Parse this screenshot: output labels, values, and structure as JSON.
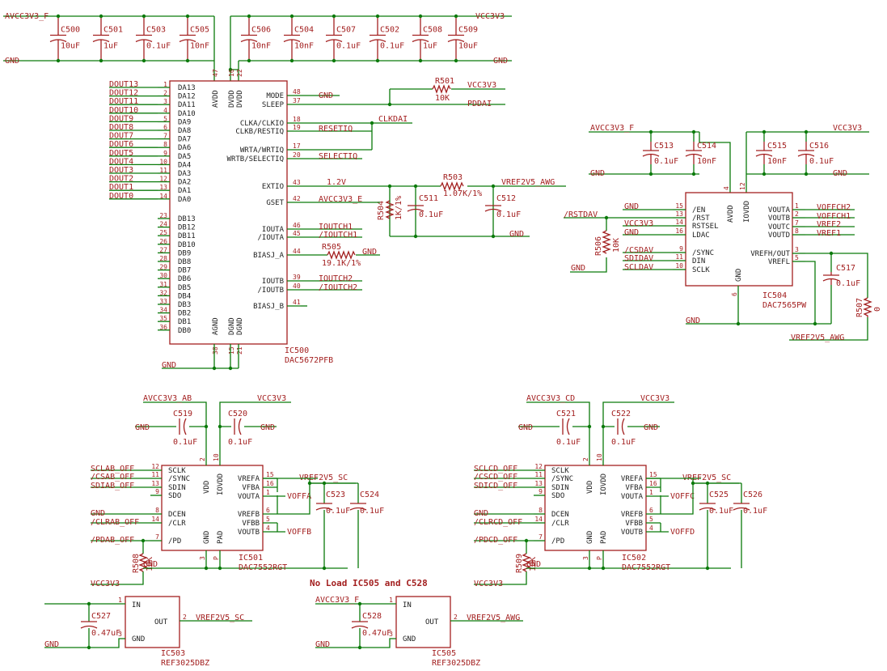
{
  "nets": {
    "avcc3v3_e": "AVCC3V3_E",
    "avcc3v3_f": "AVCC3V3_F",
    "avcc3v3_ab": "AVCC3V3_AB",
    "avcc3v3_cd": "AVCC3V3_CD",
    "vcc3v3": "VCC3V3",
    "gnd": "GND",
    "pddai": "PDDAI",
    "clkdai": "CLKDAI",
    "resetiq": "RESETIQ",
    "selectiq": "SELECTIQ",
    "v12": "1.2V",
    "vref2v5_awg": "VREF2V5_AWG",
    "vref2v5_sc": "VREF2V5_SC",
    "ioutch1": "IOUTCH1",
    "ioutch1n": "/IOUTCH1",
    "ioutch2": "IOUTCH2",
    "ioutch2n": "/IOUTCH2",
    "rstdav": "/RSTDAV",
    "csdav": "/CSDAV",
    "sdidav": "SDIDAV",
    "scldav": "SCLDAV",
    "voffch2": "VOFFCH2",
    "voffch1": "VOFFCH1",
    "vref2": "VREF2",
    "vref1": "VREF1",
    "voffa": "VOFFA",
    "voffb": "VOFFB",
    "voffc": "VOFFC",
    "voffd": "VOFFD",
    "sclab_off": "SCLAB_OFF",
    "csab_off": "/CSAB_OFF",
    "sdiab_off": "SDIAB_OFF",
    "clrab_off": "/CLRAB_OFF",
    "pdab_off": "/PDAB_OFF",
    "sclcd_off": "SCLCD_OFF",
    "cscd_off": "/CSCD_OFF",
    "sdicd_off": "SDICD_OFF",
    "clrcd_off": "/CLRCD_OFF",
    "pdcd_off": "/PDCD_OFF",
    "dout": [
      "DOUT13",
      "DOUT12",
      "DOUT11",
      "DOUT10",
      "DOUT9",
      "DOUT8",
      "DOUT7",
      "DOUT6",
      "DOUT5",
      "DOUT4",
      "DOUT3",
      "DOUT2",
      "DOUT1",
      "DOUT0"
    ]
  },
  "caps_top_left": [
    {
      "ref": "C500",
      "val": "10uF"
    },
    {
      "ref": "C501",
      "val": "1uF"
    },
    {
      "ref": "C503",
      "val": "0.1uF"
    },
    {
      "ref": "C505",
      "val": "10nF"
    }
  ],
  "caps_top_right": [
    {
      "ref": "C506",
      "val": "10nF"
    },
    {
      "ref": "C504",
      "val": "10nF"
    },
    {
      "ref": "C507",
      "val": "0.1uF"
    },
    {
      "ref": "C502",
      "val": "0.1uF"
    },
    {
      "ref": "C508",
      "val": "1uF"
    },
    {
      "ref": "C509",
      "val": "10uF"
    }
  ],
  "ic500": {
    "ref": "IC500",
    "part": "DAC5672PFB",
    "left_pins_a": [
      {
        "num": "1",
        "name": "DA13"
      },
      {
        "num": "2",
        "name": "DA12"
      },
      {
        "num": "3",
        "name": "DA11"
      },
      {
        "num": "4",
        "name": "DA10"
      },
      {
        "num": "5",
        "name": "DA9"
      },
      {
        "num": "6",
        "name": "DA8"
      },
      {
        "num": "7",
        "name": "DA7"
      },
      {
        "num": "8",
        "name": "DA6"
      },
      {
        "num": "9",
        "name": "DA5"
      },
      {
        "num": "10",
        "name": "DA4"
      },
      {
        "num": "11",
        "name": "DA3"
      },
      {
        "num": "12",
        "name": "DA2"
      },
      {
        "num": "13",
        "name": "DA1"
      },
      {
        "num": "14",
        "name": "DA0"
      }
    ],
    "left_pins_b": [
      {
        "num": "23",
        "name": "DB13"
      },
      {
        "num": "24",
        "name": "DB12"
      },
      {
        "num": "25",
        "name": "DB11"
      },
      {
        "num": "26",
        "name": "DB10"
      },
      {
        "num": "27",
        "name": "DB9"
      },
      {
        "num": "28",
        "name": "DB8"
      },
      {
        "num": "29",
        "name": "DB7"
      },
      {
        "num": "30",
        "name": "DB6"
      },
      {
        "num": "31",
        "name": "DB5"
      },
      {
        "num": "32",
        "name": "DB4"
      },
      {
        "num": "33",
        "name": "DB3"
      },
      {
        "num": "34",
        "name": "DB2"
      },
      {
        "num": "35",
        "name": "DB1"
      },
      {
        "num": "36",
        "name": "DB0"
      }
    ],
    "right_pins": [
      {
        "num": "48",
        "name": "MODE"
      },
      {
        "num": "37",
        "name": "SLEEP"
      },
      {
        "num": "18",
        "name": "CLKA/CLKIO"
      },
      {
        "num": "19",
        "name": "CLKB/RESTIQ"
      },
      {
        "num": "17",
        "name": "WRTA/WRTIQ"
      },
      {
        "num": "20",
        "name": "WRTB/SELECTIQ"
      },
      {
        "num": "43",
        "name": "EXTIO"
      },
      {
        "num": "42",
        "name": "GSET"
      },
      {
        "num": "46",
        "name": "IOUTA"
      },
      {
        "num": "45",
        "name": "/IOUTA"
      },
      {
        "num": "44",
        "name": "BIASJ_A"
      },
      {
        "num": "39",
        "name": "IOUTB"
      },
      {
        "num": "40",
        "name": "/IOUTB"
      },
      {
        "num": "41",
        "name": "BIASJ_B"
      }
    ],
    "top_pins": [
      {
        "num": "47",
        "name": "AVDD"
      },
      {
        "num": "16",
        "name": "DVDD"
      },
      {
        "num": "22",
        "name": "DVDD"
      }
    ],
    "bottom_pins": [
      {
        "num": "38",
        "name": "AGND"
      },
      {
        "num": "15",
        "name": "DGND"
      },
      {
        "num": "21",
        "name": "DGND"
      }
    ]
  },
  "r501": {
    "ref": "R501",
    "val": "10K"
  },
  "r503": {
    "ref": "R503",
    "val": "1.07K/1%"
  },
  "r504": {
    "ref": "R504",
    "val": "1K/1%"
  },
  "r505": {
    "ref": "R505",
    "val": "19.1K/1%"
  },
  "r506": {
    "ref": "R506",
    "val": "10K"
  },
  "r507": {
    "ref": "R507",
    "val": "0"
  },
  "r508": {
    "ref": "R508",
    "val": "10K"
  },
  "r509": {
    "ref": "R509",
    "val": "10K"
  },
  "c511": {
    "ref": "C511",
    "val": "0.1uF"
  },
  "c512": {
    "ref": "C512",
    "val": "0.1uF"
  },
  "c513": {
    "ref": "C513",
    "val": "0.1uF"
  },
  "c514": {
    "ref": "C514",
    "val": "10nF"
  },
  "c515": {
    "ref": "C515",
    "val": "10nF"
  },
  "c516": {
    "ref": "C516",
    "val": "0.1uF"
  },
  "c517": {
    "ref": "C517",
    "val": "0.1uF"
  },
  "c519": {
    "ref": "C519",
    "val": "0.1uF"
  },
  "c520": {
    "ref": "C520",
    "val": "0.1uF"
  },
  "c521": {
    "ref": "C521",
    "val": "0.1uF"
  },
  "c522": {
    "ref": "C522",
    "val": "0.1uF"
  },
  "c523": {
    "ref": "C523",
    "val": "0.1uF"
  },
  "c524": {
    "ref": "C524",
    "val": "0.1uF"
  },
  "c525": {
    "ref": "C525",
    "val": "0.1uF"
  },
  "c526": {
    "ref": "C526",
    "val": "0.1uF"
  },
  "c527": {
    "ref": "C527",
    "val": "0.47uF"
  },
  "c528": {
    "ref": "C528",
    "val": "0.47uF"
  },
  "ic504": {
    "ref": "IC504",
    "part": "DAC7565PW",
    "left_pins": [
      {
        "num": "15",
        "name": "/EN"
      },
      {
        "num": "13",
        "name": "/RST"
      },
      {
        "num": "14",
        "name": "RSTSEL"
      },
      {
        "num": "16",
        "name": "LDAC"
      },
      {
        "num": "9",
        "name": "/SYNC"
      },
      {
        "num": "11",
        "name": "DIN"
      },
      {
        "num": "10",
        "name": "SCLK"
      }
    ],
    "right_pins": [
      {
        "num": "1",
        "name": "VOUTA"
      },
      {
        "num": "2",
        "name": "VOUTB"
      },
      {
        "num": "7",
        "name": "VOUTC"
      },
      {
        "num": "8",
        "name": "VOUTD"
      },
      {
        "num": "3",
        "name": "VREFH/OUT"
      },
      {
        "num": "5",
        "name": "VREFL"
      }
    ],
    "top_pins": [
      {
        "num": "4",
        "name": "AVDD"
      },
      {
        "num": "12",
        "name": "IOVDD"
      }
    ],
    "bottom_pins": [
      {
        "num": "6",
        "name": "GND"
      }
    ]
  },
  "ic501": {
    "ref": "IC501",
    "part": "DAC7552RGT",
    "left_pins": [
      {
        "num": "12",
        "name": "SCLK"
      },
      {
        "num": "11",
        "name": "/SYNC"
      },
      {
        "num": "13",
        "name": "SDIN"
      },
      {
        "num": "9",
        "name": "SDO"
      },
      {
        "num": "8",
        "name": "DCEN"
      },
      {
        "num": "14",
        "name": "/CLR"
      },
      {
        "num": "7",
        "name": "/PD"
      }
    ],
    "right_pins": [
      {
        "num": "15",
        "name": "VREFA"
      },
      {
        "num": "16",
        "name": "VFBA"
      },
      {
        "num": "1",
        "name": "VOUTA"
      },
      {
        "num": "6",
        "name": "VREFB"
      },
      {
        "num": "5",
        "name": "VFBB"
      },
      {
        "num": "4",
        "name": "VOUTB"
      }
    ],
    "top_pins": [
      {
        "num": "2",
        "name": "VDD"
      },
      {
        "num": "10",
        "name": "IOVDD"
      }
    ],
    "bottom_pins": [
      {
        "num": "3",
        "name": "GND"
      },
      {
        "num": "P",
        "name": "PAD"
      }
    ]
  },
  "ic502": {
    "ref": "IC502",
    "part": "DAC7552RGT",
    "left_pins": [
      {
        "num": "12",
        "name": "SCLK"
      },
      {
        "num": "11",
        "name": "/SYNC"
      },
      {
        "num": "13",
        "name": "SDIN"
      },
      {
        "num": "9",
        "name": "SDO"
      },
      {
        "num": "8",
        "name": "DCEN"
      },
      {
        "num": "14",
        "name": "/CLR"
      },
      {
        "num": "7",
        "name": "/PD"
      }
    ],
    "right_pins": [
      {
        "num": "15",
        "name": "VREFA"
      },
      {
        "num": "16",
        "name": "VFBA"
      },
      {
        "num": "1",
        "name": "VOUTA"
      },
      {
        "num": "6",
        "name": "VREFB"
      },
      {
        "num": "5",
        "name": "VFBB"
      },
      {
        "num": "4",
        "name": "VOUTB"
      }
    ],
    "top_pins": [
      {
        "num": "2",
        "name": "VDD"
      },
      {
        "num": "10",
        "name": "IOVDD"
      }
    ],
    "bottom_pins": [
      {
        "num": "3",
        "name": "GND"
      },
      {
        "num": "P",
        "name": "PAD"
      }
    ]
  },
  "ic503": {
    "ref": "IC503",
    "part": "REF3025DBZ",
    "pins": [
      {
        "num": "1",
        "name": "IN"
      },
      {
        "num": "2",
        "name": "OUT"
      },
      {
        "num": "3",
        "name": "GND"
      }
    ]
  },
  "ic505": {
    "ref": "IC505",
    "part": "REF3025DBZ",
    "pins": [
      {
        "num": "1",
        "name": "IN"
      },
      {
        "num": "2",
        "name": "OUT"
      },
      {
        "num": "3",
        "name": "GND"
      }
    ]
  },
  "note": "No Load IC505 and C528"
}
